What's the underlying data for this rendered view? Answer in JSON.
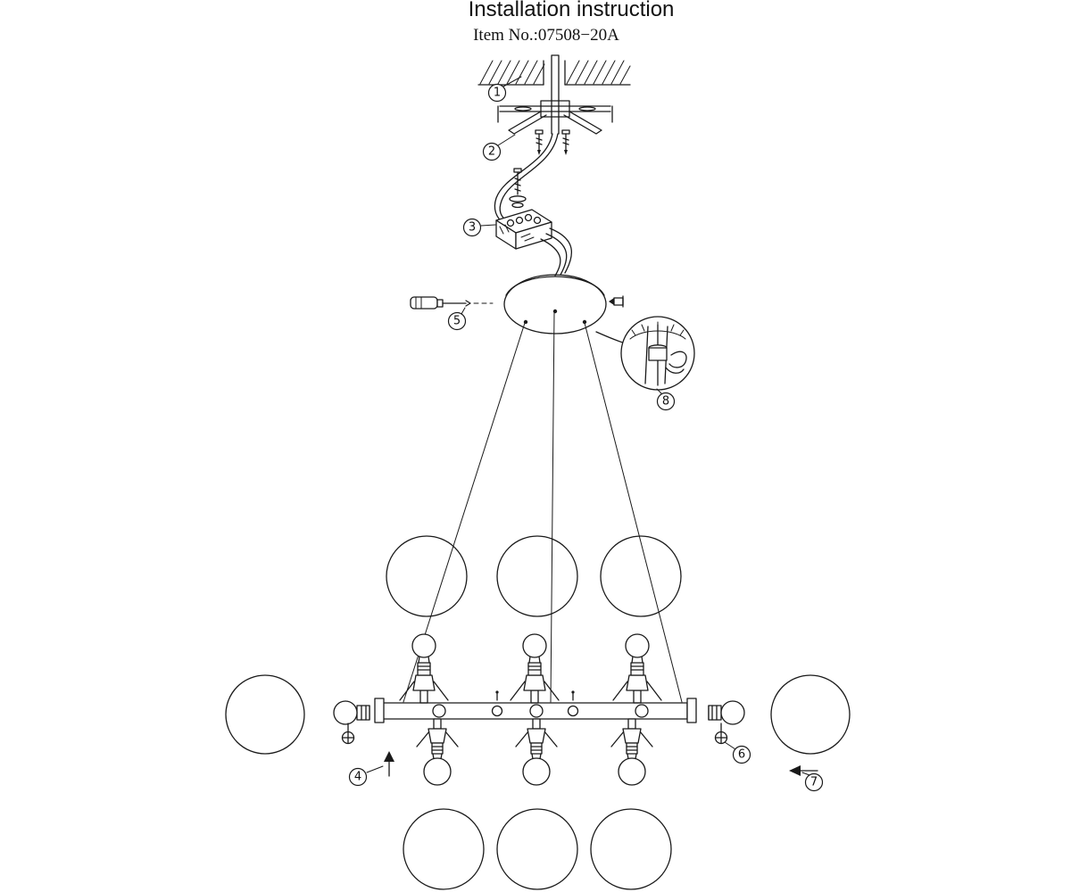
{
  "title": "Installation instruction",
  "item_no": "Item No.:07508−20A",
  "callouts": [
    {
      "n": "1"
    },
    {
      "n": "2"
    },
    {
      "n": "3"
    },
    {
      "n": "4"
    },
    {
      "n": "5"
    },
    {
      "n": "6"
    },
    {
      "n": "7"
    },
    {
      "n": "8"
    }
  ],
  "colors": {
    "line": "#1a1a1a",
    "background": "#ffffff"
  }
}
